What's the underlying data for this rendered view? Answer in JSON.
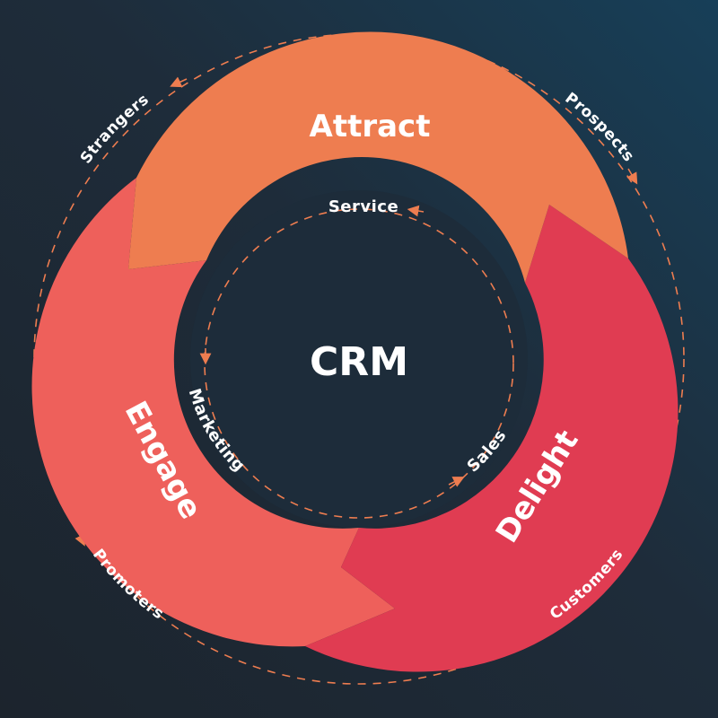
{
  "diagram": {
    "center_label": "CRM",
    "segments": [
      {
        "id": "attract",
        "label": "Attract",
        "color": "#EE7D50"
      },
      {
        "id": "delight",
        "label": "Delight",
        "color": "#E03C52"
      },
      {
        "id": "engage",
        "label": "Engage",
        "color": "#EE605B"
      }
    ],
    "outer_stages": [
      "Prospects",
      "Customers",
      "Promoters",
      "Strangers"
    ],
    "inner_stages": [
      "Service",
      "Sales",
      "Marketing"
    ],
    "colors": {
      "background_top_right": "#173F58",
      "background_bottom_left": "#1C242D",
      "hub": "#1D2C3A",
      "dashed_line": "#EE7D50",
      "text": "#FFFFFF"
    }
  }
}
